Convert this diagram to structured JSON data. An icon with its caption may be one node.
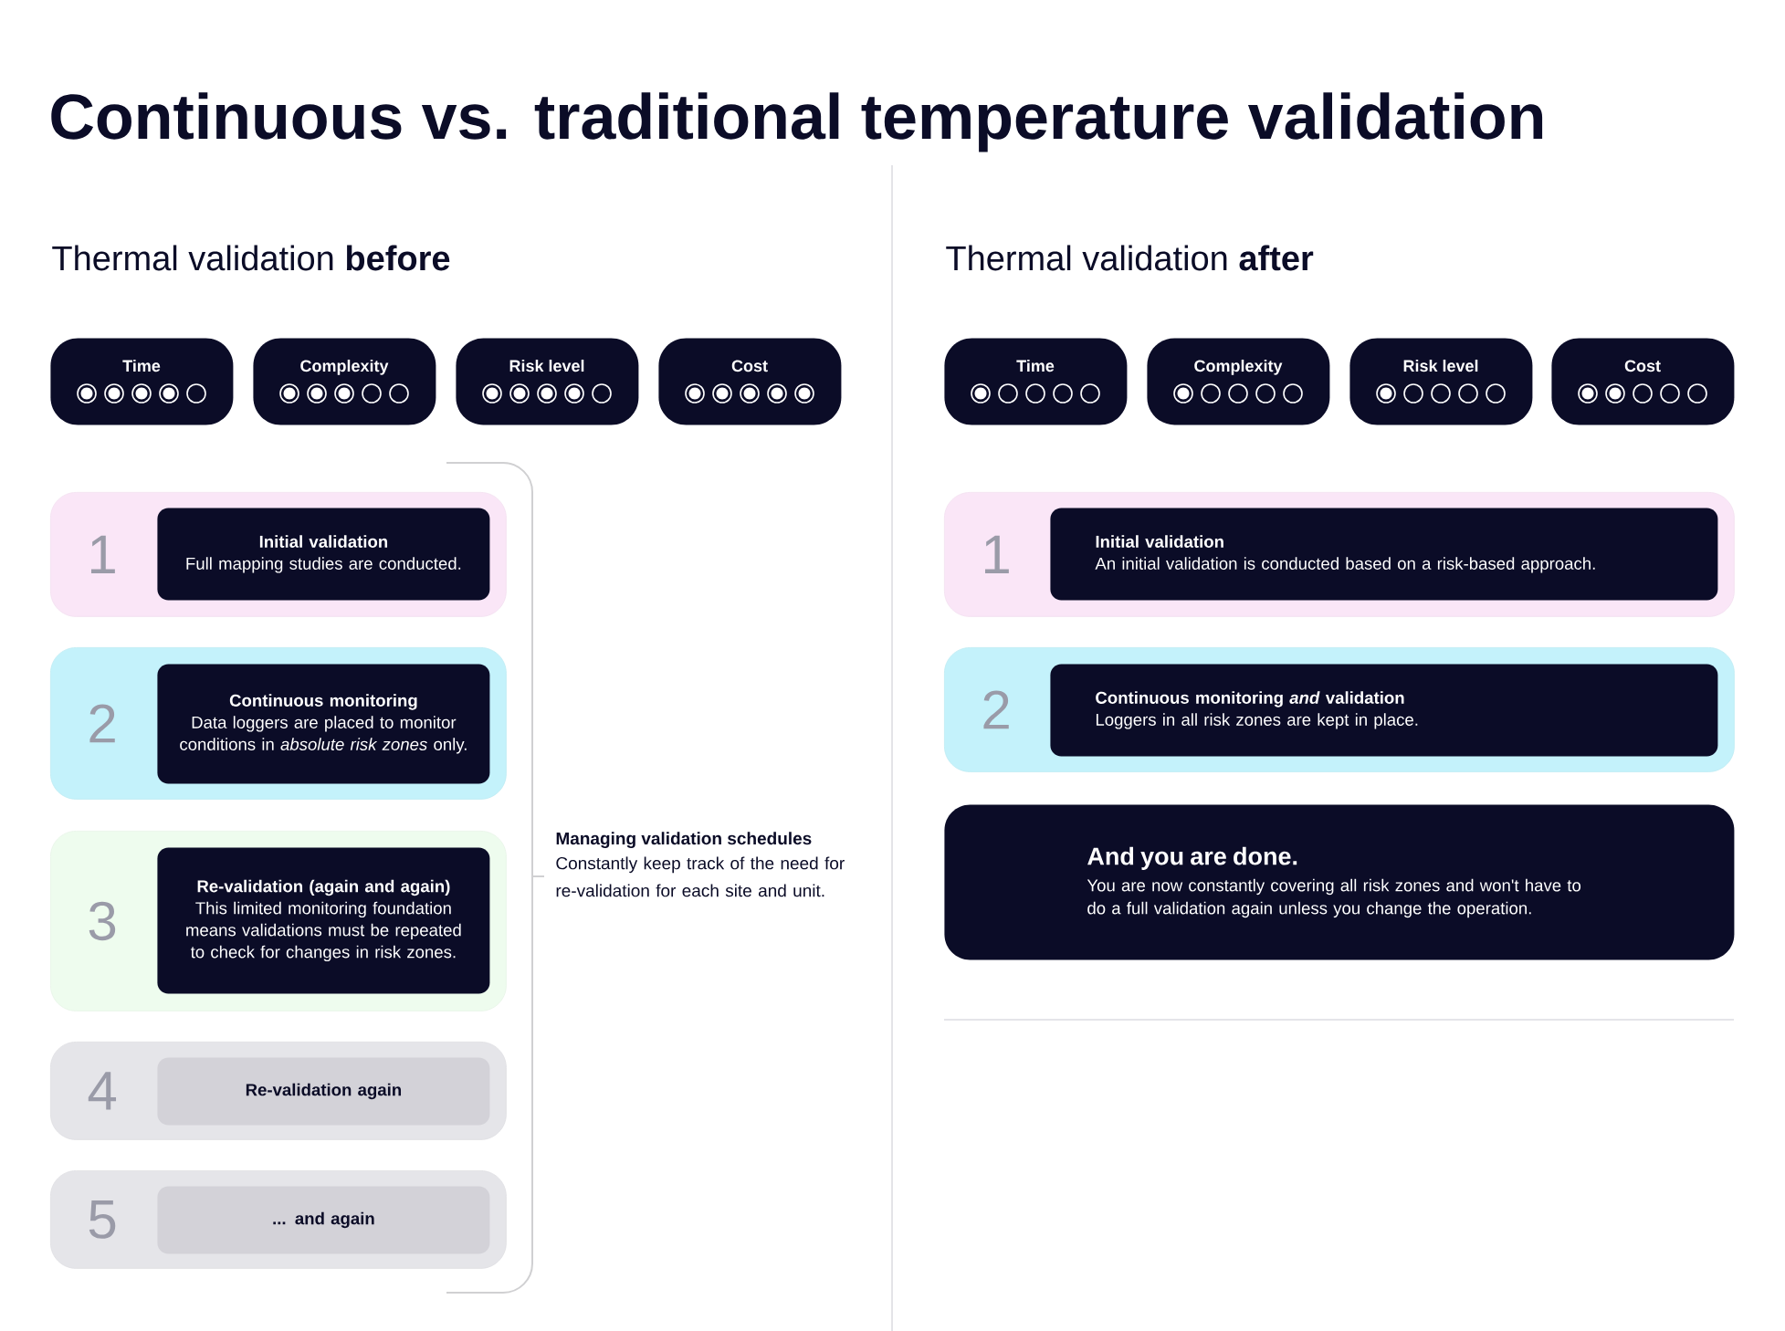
{
  "diagram": {
    "title": "Continuous vs. traditional temperature validation",
    "nodes": [
      {
        "text": [
          "Time"
        ]
      },
      {
        "text": [
          "Complexity"
        ]
      },
      {
        "text": [
          "Risk level"
        ]
      },
      {
        "text": [
          "Cost"
        ]
      },
      {
        "text": [
          "Time"
        ]
      },
      {
        "text": [
          "Complexity"
        ]
      },
      {
        "text": [
          "Risk level"
        ]
      },
      {
        "text": [
          "Cost"
        ]
      },
      {
        "text": [
          "1"
        ]
      },
      {
        "text": [
          "Initial validation",
          "Full mapping studies are conducted."
        ],
        "in": 8
      },
      {
        "text": [
          "2"
        ]
      },
      {
        "text": [
          "Continuous monitoring",
          "Data loggers are placed to monitor conditions in *absolute risk zones* only."
        ],
        "in": 10
      },
      {
        "text": [
          "3"
        ]
      },
      {
        "text": [
          "Re-validation (again and again)",
          "This limited monitoring foundation means validations must be repeated to check for changes in risk zones."
        ],
        "in": 12
      },
      {
        "text": [
          "4"
        ]
      },
      {
        "text": [
          "Re-validation again"
        ],
        "in": 14
      },
      {
        "text": [
          "5"
        ]
      },
      {
        "text": [
          "... and again"
        ],
        "in": 16
      },
      {
        "text": [
          "1"
        ]
      },
      {
        "text": [
          "Initial validation",
          "An initial validation is conducted based on a risk-based approach."
        ],
        "in": 18
      },
      {
        "text": [
          "2"
        ]
      },
      {
        "text": [
          "Continuous monitoring *and* validation",
          "Loggers in all risk zones are kept in place."
        ],
        "in": 20
      },
      {
        "text": [
          "And you are done.",
          "You are now constantly covering all risk zones and won't have to do a full validation again unless you change the operation."
        ]
      }
    ],
    "labels": [
      "Thermal validation **before**",
      "Thermal validation **after**",
      "Managing validation schedules",
      "Constantly keep track of the need for re-validation for each site and unit."
    ]
  }
}
